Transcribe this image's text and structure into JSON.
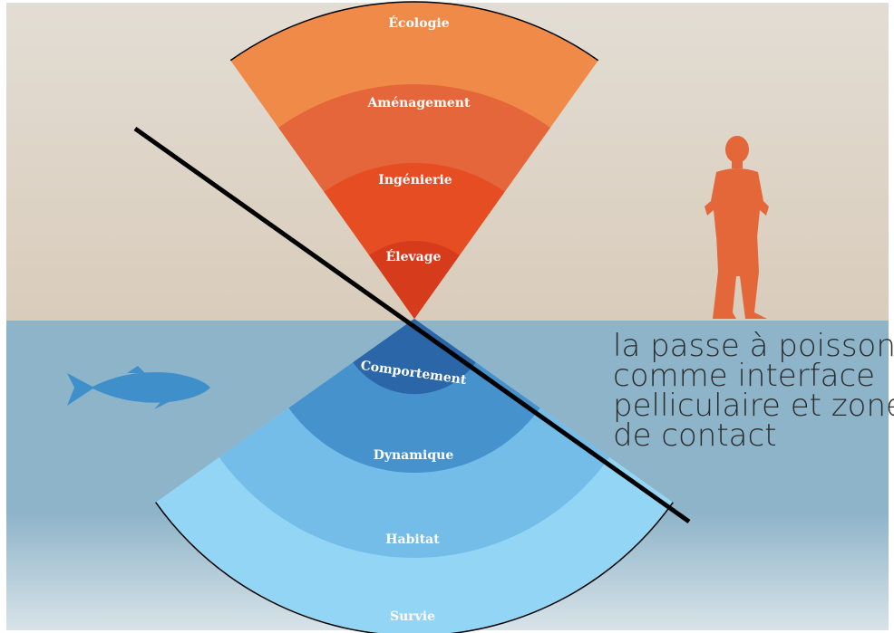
{
  "colors": {
    "sky_top": "#e2ddd4",
    "sky_bottom": "#d9ccbb",
    "water_top": "#8eb4c9",
    "water_bottom": "#d8e3e8",
    "outline": "#000000",
    "upper_rings": [
      "#f08a48",
      "#e5663a",
      "#e64d22",
      "#d63b1c"
    ],
    "lower_rings": [
      "#93d5f4",
      "#74bde9",
      "#4592cd",
      "#2a66a8"
    ],
    "human": "#e4673a",
    "fish": "#3f8fca",
    "caption": "#2b2b2b"
  },
  "upper_fan": {
    "layers": [
      "Écologie",
      "Aménagement",
      "Ingénierie",
      "Élevage"
    ]
  },
  "lower_fan": {
    "layers": [
      "Survie",
      "Habitat",
      "Dynamique",
      "Comportement"
    ]
  },
  "caption": {
    "lines": [
      "la passe à poissons",
      "comme interface",
      "pelliculaire et zone",
      "de contact"
    ]
  },
  "icons": {
    "human": "human-silhouette-icon",
    "fish": "fish-silhouette-icon"
  }
}
